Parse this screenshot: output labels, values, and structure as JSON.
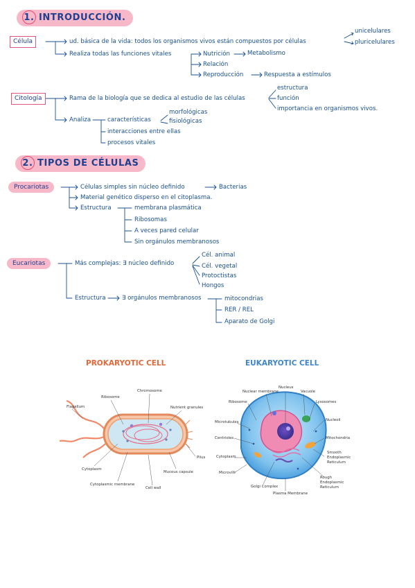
{
  "section1": {
    "number": "1.",
    "title": "INTRODUCCIÓN."
  },
  "celula": {
    "label": "Célula",
    "line1": "ud. básica de la vida: todos los organismos vivos están compuestos por células",
    "unicelulares": "unicelulares",
    "pluricelulares": "pluricelulares",
    "line2": "Realiza todas las funciones vitales",
    "nutricion": "Nutrición",
    "metabolismo": "Metabolismo",
    "relacion": "Relación",
    "reproduccion": "Reproducción",
    "respuesta": "Respuesta a estímulos"
  },
  "citologia": {
    "label": "Citología",
    "line1": "Rama de la biología que se dedica al estudio de las células",
    "estructura": "estructura",
    "funcion": "función",
    "importancia": "importancia en organismos vivos.",
    "analiza": "Analiza",
    "caracteristicas": "características",
    "morfologicas": "morfológicas",
    "fisiologicas": "fisiológicas",
    "interacciones": "interacciones entre ellas",
    "procesos": "procesos vitales"
  },
  "section2": {
    "number": "2.",
    "title": "TIPOS DE CÉLULAS"
  },
  "procariotas": {
    "label": "Procariotas",
    "line1": "Células simples sin núcleo definido",
    "bacterias": "Bacterias",
    "line2": "Material genético disperso en el citoplasma.",
    "estructura": "Estructura",
    "membrana": "membrana plasmática",
    "ribosomas": "Ribosomas",
    "pared": "A veces pared celular",
    "sinorganulos": "Sin orgánulos membranosos"
  },
  "eucariotas": {
    "label": "Eucariotas",
    "line1": "Más complejas: ∃ núcleo definido",
    "animal": "Cél. animal",
    "vegetal": "Cél. vegetal",
    "protoctistas": "Protoctistas",
    "hongos": "Hongos",
    "estructura": "Estructura",
    "organulos": "∃ orgánulos membranosos",
    "mitocondrias": "mitocondrias",
    "rer": "RER / REL",
    "golgi": "Aparato de Golgi"
  },
  "figure": {
    "prokaryotic": {
      "title": "PROKARYOTIC CELL",
      "ribosome": "Ribosome",
      "chromosome": "Chromosome",
      "flagellum": "Flagellum",
      "nutrient": "Nutrient granules",
      "pilus": "Pilus",
      "cytoplasm": "Cytoplasm",
      "mucous": "Mucous capsule",
      "membrane": "Cytoplasmic membrane",
      "wall": "Cell wall"
    },
    "eukaryotic": {
      "title": "EUKARYOTIC CELL",
      "nucleus": "Nucleus",
      "nuclear_membrane": "Nuclear membrane",
      "vacuole": "Vacuole",
      "ribosome": "Ribosome",
      "lysosomes": "Lysosomes",
      "microtubules": "Microtubules",
      "nucleoli": "Nucleoli",
      "centrioles": "Centrioles",
      "mitochondria": "Mitochondria",
      "smooth_er": "Smooth Endoplasmic Reticulum",
      "cytoplasm": "Cytoplasm",
      "microvilli": "Microvilli",
      "rough_er": "Rough Endoplasmic Reticulum",
      "golgi": "Golgi Complex",
      "plasma": "Plasma Membrane"
    },
    "colors": {
      "prokaryotic_title": "#e0683a",
      "eukaryotic_title": "#3f86c9",
      "ink": "#17508f",
      "highlight": "#f7b8c9",
      "box_border": "#e0557d"
    }
  }
}
